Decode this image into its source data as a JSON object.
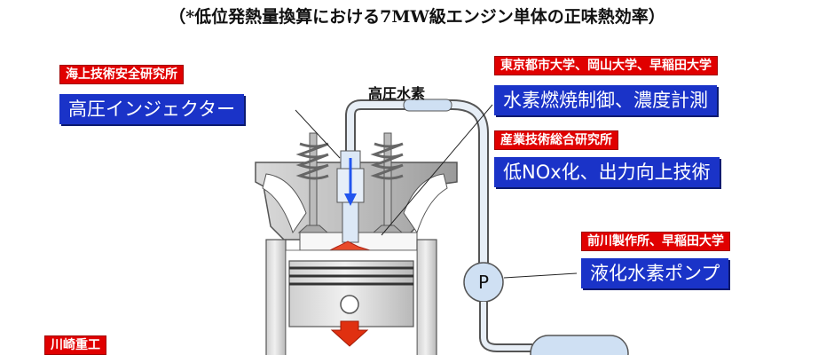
{
  "caption": "（*低位発熱量換算における7MW級エンジン単体の正味熱効率）",
  "pipe_label": "高圧水素",
  "pump_letter": "P",
  "callouts": [
    {
      "org": "海上技術安全研究所",
      "tech": "高圧インジェクター"
    },
    {
      "org": "東京都市大学、岡山大学、早稲田大学",
      "tech": "水素燃焼制御、濃度計測"
    },
    {
      "org": "産業技術総合研究所",
      "tech": "低NOx化、出力向上技術"
    },
    {
      "org": "前川製作所、早稲田大学",
      "tech": "液化水素ポンプ"
    },
    {
      "org": "川崎重工"
    }
  ],
  "colors": {
    "org_bg": "#e00000",
    "tech_bg": "#1a33c8",
    "pipe": "#dfeaf5",
    "flow_arrow": "#2255ee",
    "piston_arrow": "#e03010"
  }
}
